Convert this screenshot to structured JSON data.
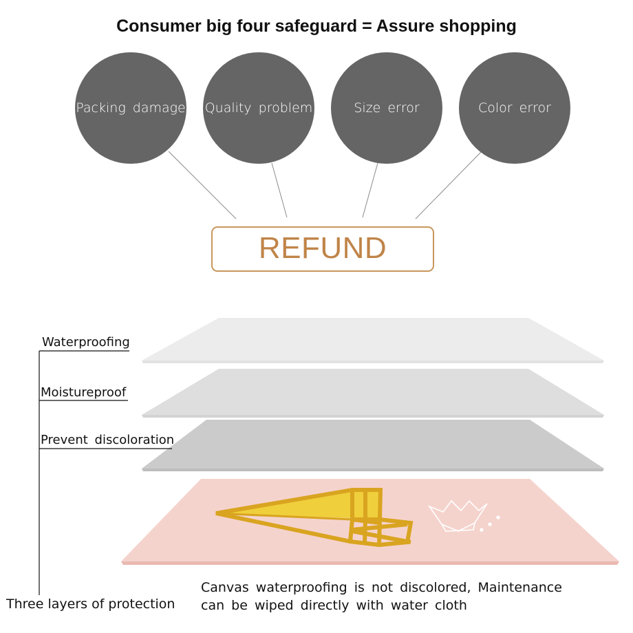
{
  "header": {
    "title": "Consumer big four safeguard = Assure shopping"
  },
  "safeguards": [
    {
      "label": "Packing  damage"
    },
    {
      "label": "Quality  problem"
    },
    {
      "label": "Size  error"
    },
    {
      "label": "Color  error"
    }
  ],
  "refund": {
    "label": "REFUND"
  },
  "layers": [
    {
      "label": "Waterproofing"
    },
    {
      "label": "Moistureproof"
    },
    {
      "label": "Prevent  discoloration"
    }
  ],
  "protection": {
    "label": "Three layers of protection"
  },
  "caption": {
    "line1": "Canvas  waterproofing  is  not  discolored,  Maintenance",
    "line2": "can  be  wiped  directly  with  water  cloth"
  },
  "colors": {
    "circle": "#656565",
    "refund_accent": "#c9965c",
    "canvas_pink": "#f5d3cd",
    "gold": "#d9a420"
  }
}
